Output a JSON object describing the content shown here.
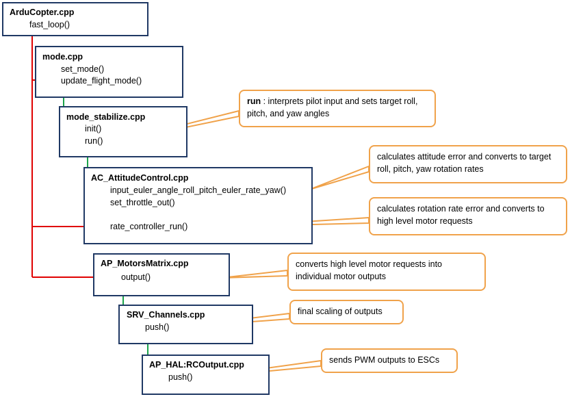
{
  "colors": {
    "box_border": "#1f3864",
    "note_border": "#f0a24a",
    "red_arrow": "#e00000",
    "green_arrow": "#1aa34a",
    "orange_line": "#f0a24a"
  },
  "boxes": {
    "arducopter": {
      "title": "ArduCopter.cpp",
      "functions": [
        "fast_loop()"
      ]
    },
    "mode": {
      "title": "mode.cpp",
      "functions": [
        "set_mode()",
        "update_flight_mode()"
      ]
    },
    "mode_stabilize": {
      "title": "mode_stabilize.cpp",
      "functions": [
        "init()",
        "run()"
      ]
    },
    "attitude_control": {
      "title": "AC_AttitudeControl.cpp",
      "functions": [
        "input_euler_angle_roll_pitch_euler_rate_yaw()",
        "set_throttle_out()",
        "rate_controller_run()"
      ]
    },
    "motors_matrix": {
      "title": "AP_MotorsMatrix.cpp",
      "functions": [
        "output()"
      ]
    },
    "srv_channels": {
      "title": "SRV_Channels.cpp",
      "functions": [
        "push()"
      ]
    },
    "rcoutput": {
      "title": "AP_HAL:RCOutput.cpp",
      "functions": [
        "push()"
      ]
    }
  },
  "notes": {
    "run": {
      "bold": "run",
      "text": " : interprets pilot input and sets target roll, pitch, and yaw angles"
    },
    "attitude": {
      "text": "calculates attitude error and converts to target roll, pitch, yaw rotation rates"
    },
    "rate": {
      "text": "calculates rotation rate error and converts to high level motor requests"
    },
    "motors": {
      "text": "converts high level motor requests into individual motor outputs"
    },
    "scaling": {
      "text": "final scaling of outputs"
    },
    "pwm": {
      "text": "sends PWM outputs to ESCs"
    }
  }
}
